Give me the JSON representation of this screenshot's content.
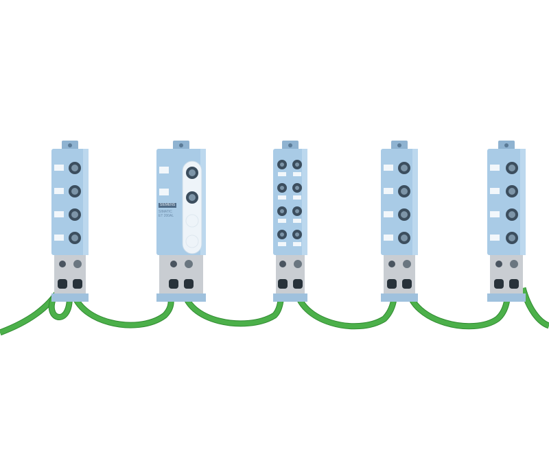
{
  "product": {
    "brand": "SIEMENS",
    "name_line1": "SIMATIC",
    "name_line2": "ET 200AL"
  },
  "colors": {
    "module_body": "#a9cbe6",
    "cable": "#4cb04a",
    "connector_plate": "#c9cdd2"
  },
  "module_count": 5
}
